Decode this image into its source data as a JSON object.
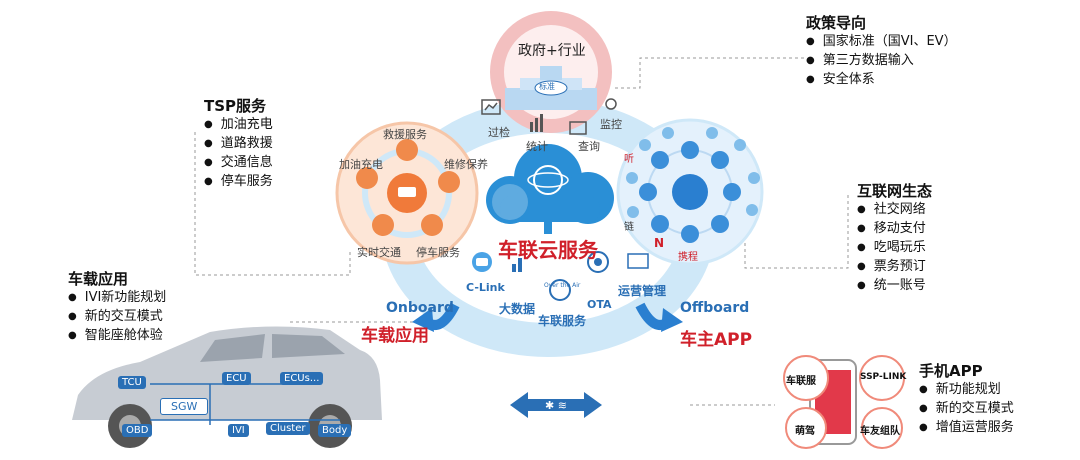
{
  "gov": {
    "center": "政府+行业",
    "badge": "标准",
    "items": [
      "过检",
      "统计",
      "查询",
      "监控"
    ]
  },
  "policy": {
    "title": "政策导向",
    "items": [
      "国家标准（国VI、EV）",
      "第三方数据输入",
      "安全体系"
    ]
  },
  "tsp": {
    "title": "TSP服务",
    "items": [
      "加油充电",
      "道路救援",
      "交通信息",
      "停车服务"
    ],
    "ring": [
      "救援服务",
      "加油充电",
      "维修保养",
      "实时交通",
      "停车服务"
    ]
  },
  "internet": {
    "title": "互联网生态",
    "items": [
      "社交网络",
      "移动支付",
      "吃喝玩乐",
      "票务预订",
      "统一账号"
    ],
    "logos": [
      "听",
      "链",
      "N",
      "携程"
    ]
  },
  "cloud": {
    "title": "车联云服务",
    "items": [
      "C-Link",
      "大数据",
      "Over the Air",
      "OTA",
      "运营管理",
      "车联服务"
    ]
  },
  "vehicle": {
    "title": "车载应用",
    "items": [
      "IVI新功能规划",
      "新的交互模式",
      "智能座舱体验"
    ],
    "parts": [
      "TCU",
      "ECU",
      "ECUs...",
      "SGW",
      "OBD",
      "IVI",
      "Cluster",
      "Body"
    ]
  },
  "flow": {
    "onboard": "Onboard",
    "onboard_app": "车载应用",
    "offboard": "Offboard",
    "offboard_app": "车主APP"
  },
  "mobile": {
    "title": "手机APP",
    "items": [
      "新功能规划",
      "新的交互模式",
      "增值运营服务"
    ],
    "bubbles": [
      "车联服",
      "SSP-LINK",
      "萌驾",
      "车友组队"
    ]
  },
  "colors": {
    "red": "#d0202a",
    "blue": "#2a6fb5",
    "orange": "#f08a4b",
    "cloud": "#d4ecfb"
  }
}
